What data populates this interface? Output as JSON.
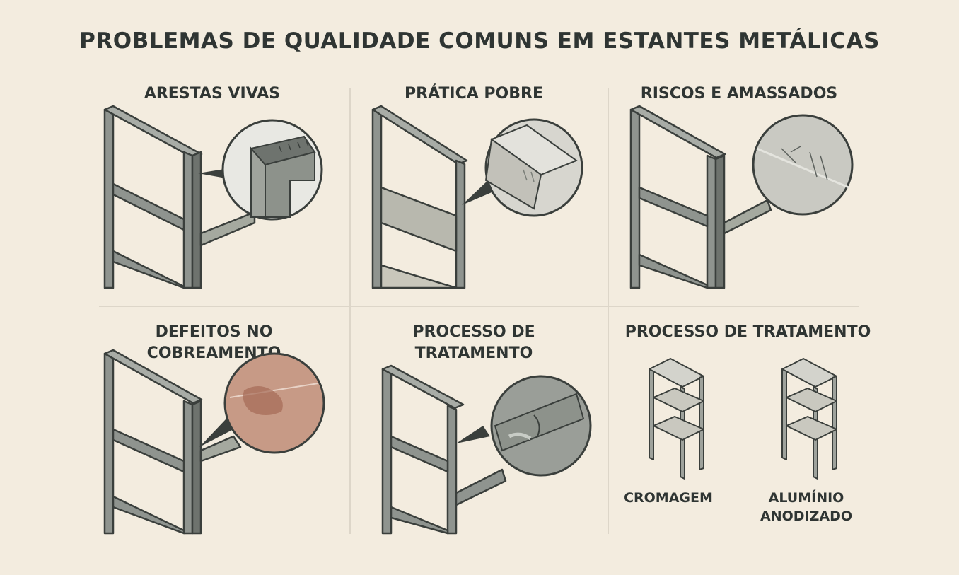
{
  "title": "PROBLEMAS DE QUALIDADE COMUNS EM ESTANTES METÁLICAS",
  "colors": {
    "background": "#f3ecdf",
    "frame": "#8f948f",
    "frame_outline": "#3a3f3c",
    "copper_defect": "#c79a86",
    "divider": "#ddd6c9"
  },
  "panels": [
    {
      "title": "ARESTAS VIVAS",
      "icon": "sharp-edge-magnifier-icon"
    },
    {
      "title": "PRÁTICA POBRE",
      "icon": "poor-finish-magnifier-icon"
    },
    {
      "title": "RISCOS E AMASSADOS",
      "icon": "scratch-magnifier-icon"
    },
    {
      "title": "DEFEITOS NO COBREAMENTO",
      "icon": "copper-defect-magnifier-icon"
    },
    {
      "title": "PROCESSO DE TRATAMENTO",
      "icon": "crack-magnifier-icon"
    },
    {
      "title": "PROCESSO DE TRATAMENTO",
      "icon": "treatment-shelves-icon",
      "items": [
        {
          "label": "CROMAGEM",
          "icon": "chrome-shelf-icon"
        },
        {
          "label": "ALUMÍNIO ANODIZADO",
          "icon": "anodized-aluminium-shelf-icon"
        }
      ]
    }
  ]
}
